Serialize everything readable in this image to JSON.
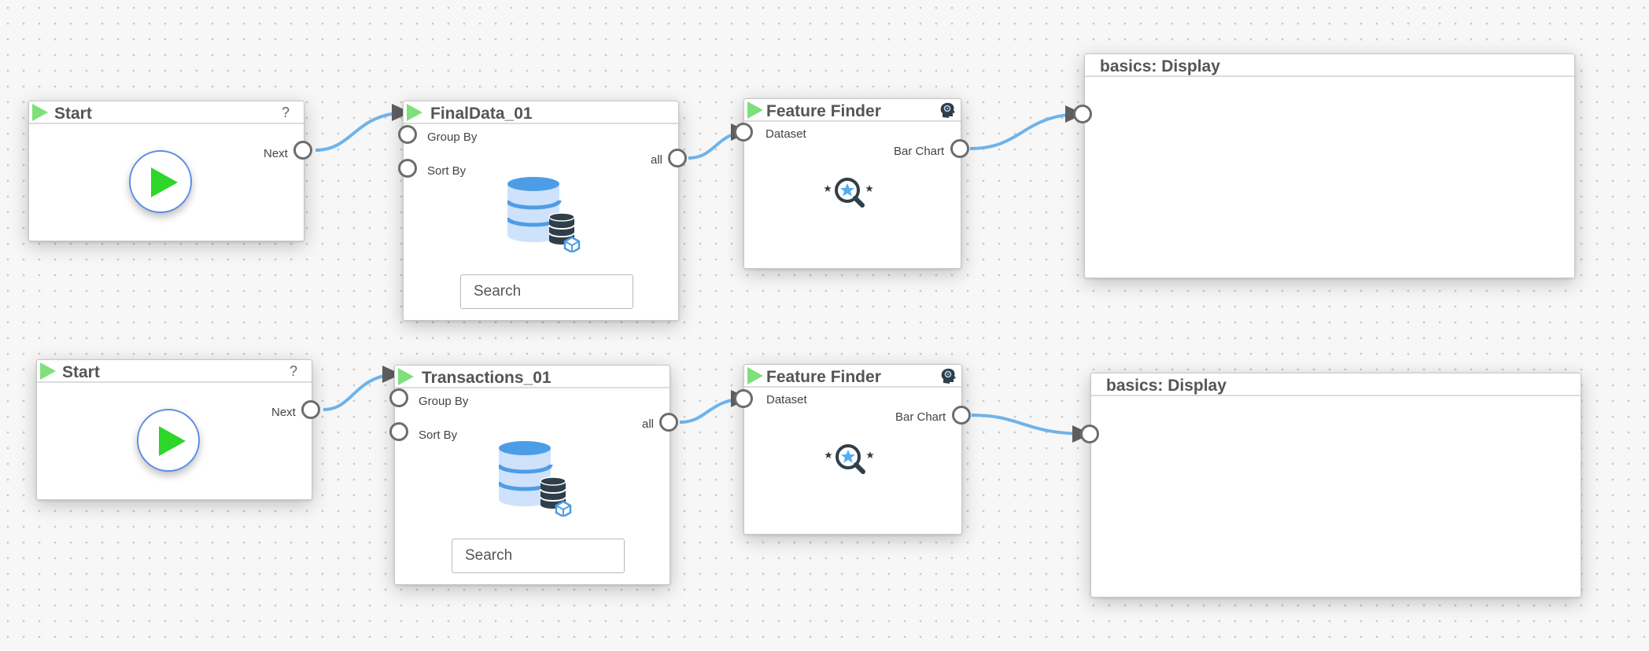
{
  "flows": [
    {
      "start": {
        "title": "Start",
        "help": "?",
        "next_label": "Next"
      },
      "dataset": {
        "title": "FinalData_01",
        "group_by": "Group By",
        "sort_by": "Sort By",
        "output": "all",
        "search_placeholder": "Search"
      },
      "finder": {
        "title": "Feature Finder",
        "input": "Dataset",
        "output": "Bar Chart"
      },
      "display": {
        "title": "basics:  Display"
      }
    },
    {
      "start": {
        "title": "Start",
        "help": "?",
        "next_label": "Next"
      },
      "dataset": {
        "title": "Transactions_01",
        "group_by": "Group By",
        "sort_by": "Sort By",
        "output": "all",
        "search_placeholder": "Search"
      },
      "finder": {
        "title": "Feature Finder",
        "input": "Dataset",
        "output": "Bar Chart"
      },
      "display": {
        "title": "basics:  Display"
      }
    }
  ],
  "colors": {
    "wire": "#6fb3ea",
    "play_triangle": "#2ed62a",
    "header_triangle": "#7ee07a",
    "port_border": "#6c6c6c",
    "db_icon": "#4d9de6",
    "icon_dark": "#2f3f4a"
  },
  "icons": {
    "start": "play-icon",
    "dataset": "database-icon",
    "finder": "feature-search-icon",
    "ai": "ai-head-icon"
  }
}
